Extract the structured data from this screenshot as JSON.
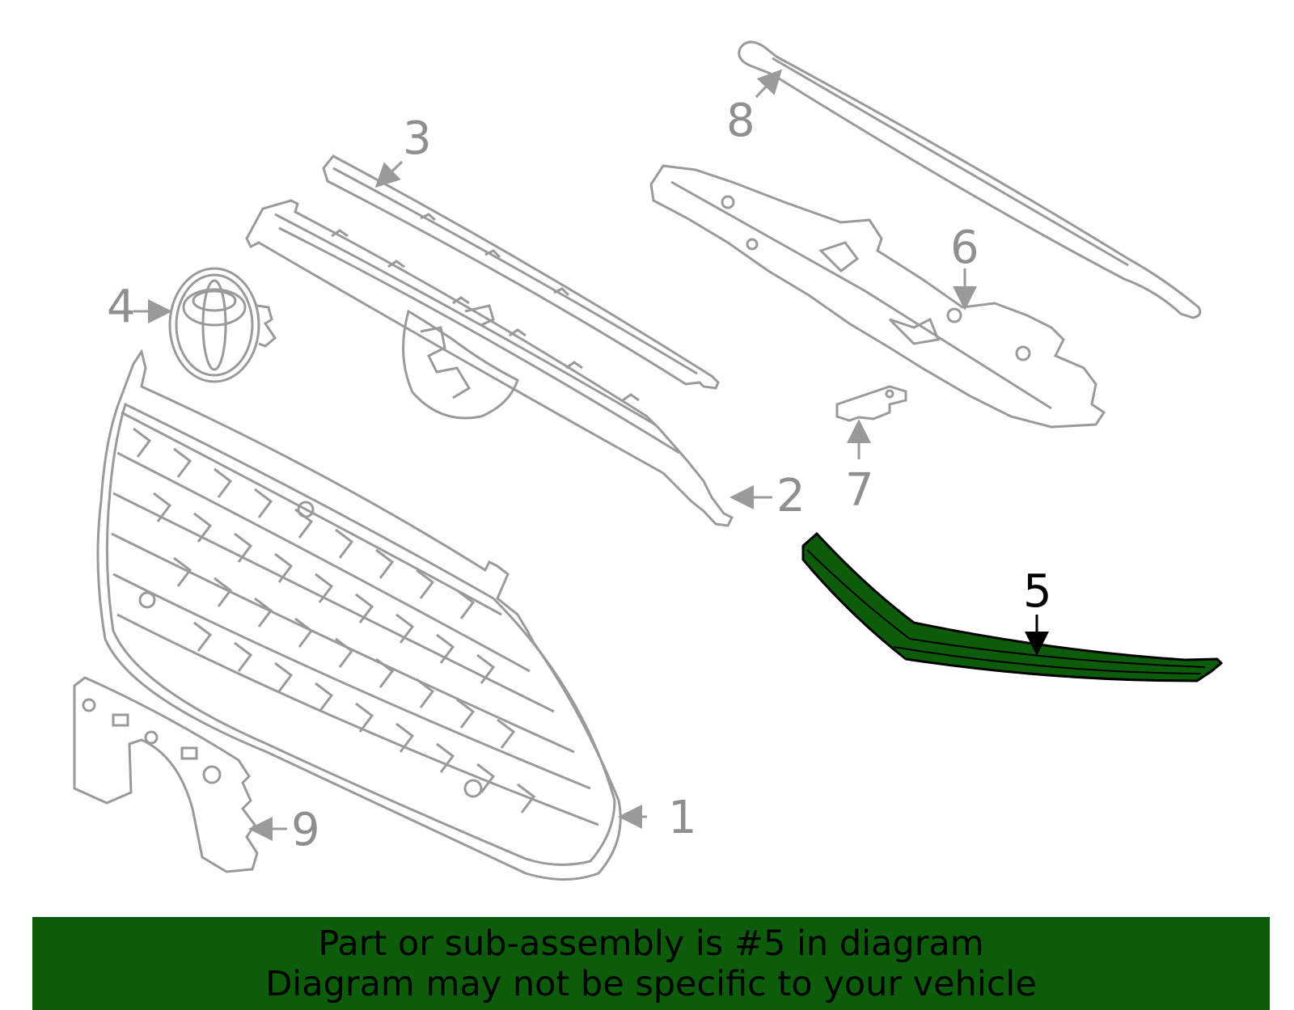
{
  "diagram": {
    "highlight_color": "#0d5c0b",
    "part_stroke_color": "#9a9a9a",
    "callouts": [
      {
        "id": "1",
        "label": "1",
        "active": false
      },
      {
        "id": "2",
        "label": "2",
        "active": false
      },
      {
        "id": "3",
        "label": "3",
        "active": false
      },
      {
        "id": "4",
        "label": "4",
        "active": false
      },
      {
        "id": "5",
        "label": "5",
        "active": true
      },
      {
        "id": "6",
        "label": "6",
        "active": false
      },
      {
        "id": "7",
        "label": "7",
        "active": false
      },
      {
        "id": "8",
        "label": "8",
        "active": false
      },
      {
        "id": "9",
        "label": "9",
        "active": false
      }
    ]
  },
  "banner": {
    "line1": "Part or sub-assembly is #5 in diagram",
    "line2": "Diagram may not be specific to your vehicle",
    "background": "#0d5c0b"
  }
}
